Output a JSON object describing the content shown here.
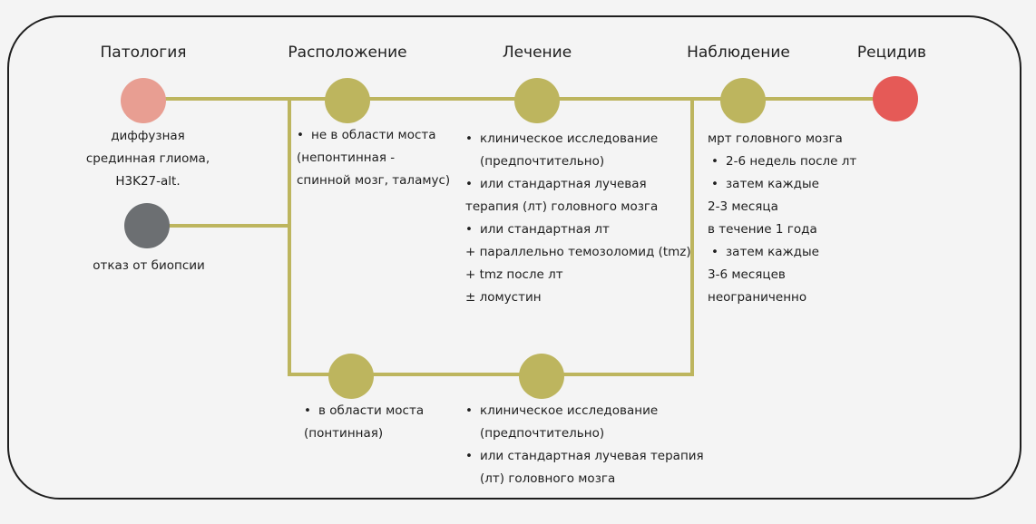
{
  "colors": {
    "line": "#bdb55e",
    "node_olive": "#bdb55e",
    "node_pathology": "#e89e92",
    "node_refusal": "#6c6f72",
    "node_relapse": "#e55a57",
    "frame": "#1e1e1e",
    "background": "#f4f4f4"
  },
  "headers": {
    "pathology": "Патология",
    "location": "Расположение",
    "treatment": "Лечение",
    "observation": "Наблюдение",
    "relapse": "Рецидив"
  },
  "pathology": {
    "lines": [
      "диффузная",
      "срединная глиома,",
      "H3K27-alt."
    ],
    "refusal": "отказ от биопсии"
  },
  "location_top": [
    "не в области моста",
    "(непонтинная -",
    "спинной мозг, таламус)"
  ],
  "treatment_top": [
    "клиническое исследование",
    "(предпочтительно)",
    "или стандартная лучевая",
    "терапия (лт) головного мозга",
    "или стандартная лт",
    "+ параллельно темозоломид (tmz)",
    "+ tmz после лт",
    "± ломустин"
  ],
  "observation": [
    "мрт головного мозга",
    "2-6 недель после лт",
    "затем каждые",
    "2-3 месяца",
    "в течение 1 года",
    "затем каждые",
    "3-6 месяцев",
    "неограниченно"
  ],
  "location_bottom": [
    "в области моста",
    "(понтинная)"
  ],
  "treatment_bottom": [
    "клиническое исследование",
    "(предпочтительно)",
    "или стандартная лучевая терапия",
    "(лт) головного мозга"
  ]
}
